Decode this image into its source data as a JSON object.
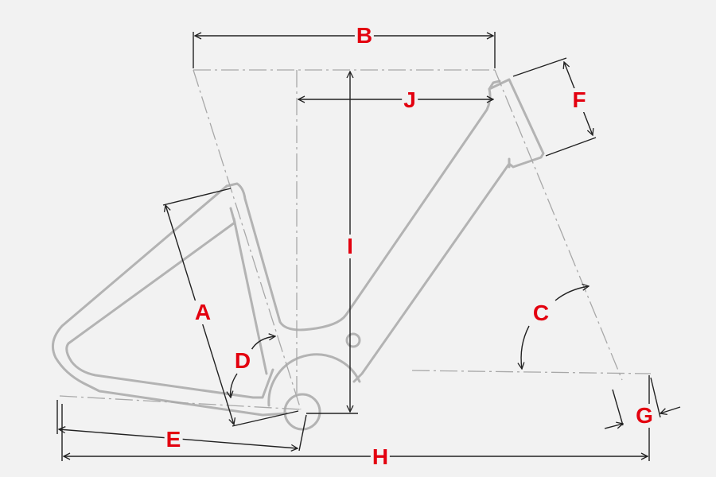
{
  "title": "Bike frame geometry",
  "colors": {
    "background": "#f2f2f2",
    "label": "#e3000f",
    "frame": "#b3b3b3",
    "dimension": "#222222"
  },
  "labels": {
    "A": "A",
    "B": "B",
    "C": "C",
    "D": "D",
    "E": "E",
    "F": "F",
    "G": "G",
    "H": "H",
    "I": "I",
    "J": "J"
  }
}
